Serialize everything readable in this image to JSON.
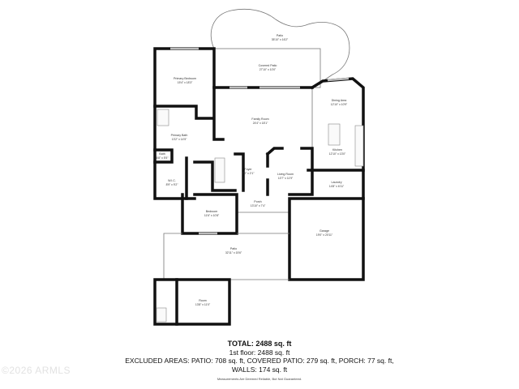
{
  "rooms": [
    {
      "name": "Patio",
      "dims": "35'10\" x 16'2\""
    },
    {
      "name": "Covered Patio",
      "dims": "27'10\" x 10'0\""
    },
    {
      "name": "Primary Bedroom",
      "dims": "15'4\" x 18'3\""
    },
    {
      "name": "Dining Area",
      "dims": "12'10\" x 10'9\""
    },
    {
      "name": "Family Room",
      "dims": "24'4\" x 18'1\""
    },
    {
      "name": "Primary Bath",
      "dims": "13'2\" x 14'5\""
    },
    {
      "name": "Kitchen",
      "dims": "12'10\" x 13'0\""
    },
    {
      "name": "Bath",
      "dims": "6'8\" x 5'5\""
    },
    {
      "name": "Foyer",
      "dims": "7'0\" x 2'1\""
    },
    {
      "name": "Living Room",
      "dims": "10'7\" x 11'9\""
    },
    {
      "name": "Laundry",
      "dims": "14'8\" x 6'11\""
    },
    {
      "name": "W.I.C.",
      "dims": "8'9\" x 9'2\""
    },
    {
      "name": "Porch",
      "dims": "13'10\" x 7'4\""
    },
    {
      "name": "Bedroom",
      "dims": "11'6\" x 10'8\""
    },
    {
      "name": "Garage",
      "dims": "19'0\" x 20'11\""
    },
    {
      "name": "Patio",
      "dims": "32'11\" x 15'6\""
    },
    {
      "name": "Room",
      "dims": "13'8\" x 11'0\""
    }
  ],
  "summary": {
    "total": "TOTAL: 2488 sq. ft",
    "floor": "1st floor: 2488 sq. ft",
    "excluded": "EXCLUDED AREAS: PATIO: 708 sq. ft, COVERED PATIO: 279 sq. ft, PORCH: 77 sq. ft,",
    "walls": "WALLS: 174 sq. ft",
    "disclaimer": "Measurements Are Deemed Reliable, But Not Guaranteed."
  },
  "watermark": "©2026 ARMLS"
}
